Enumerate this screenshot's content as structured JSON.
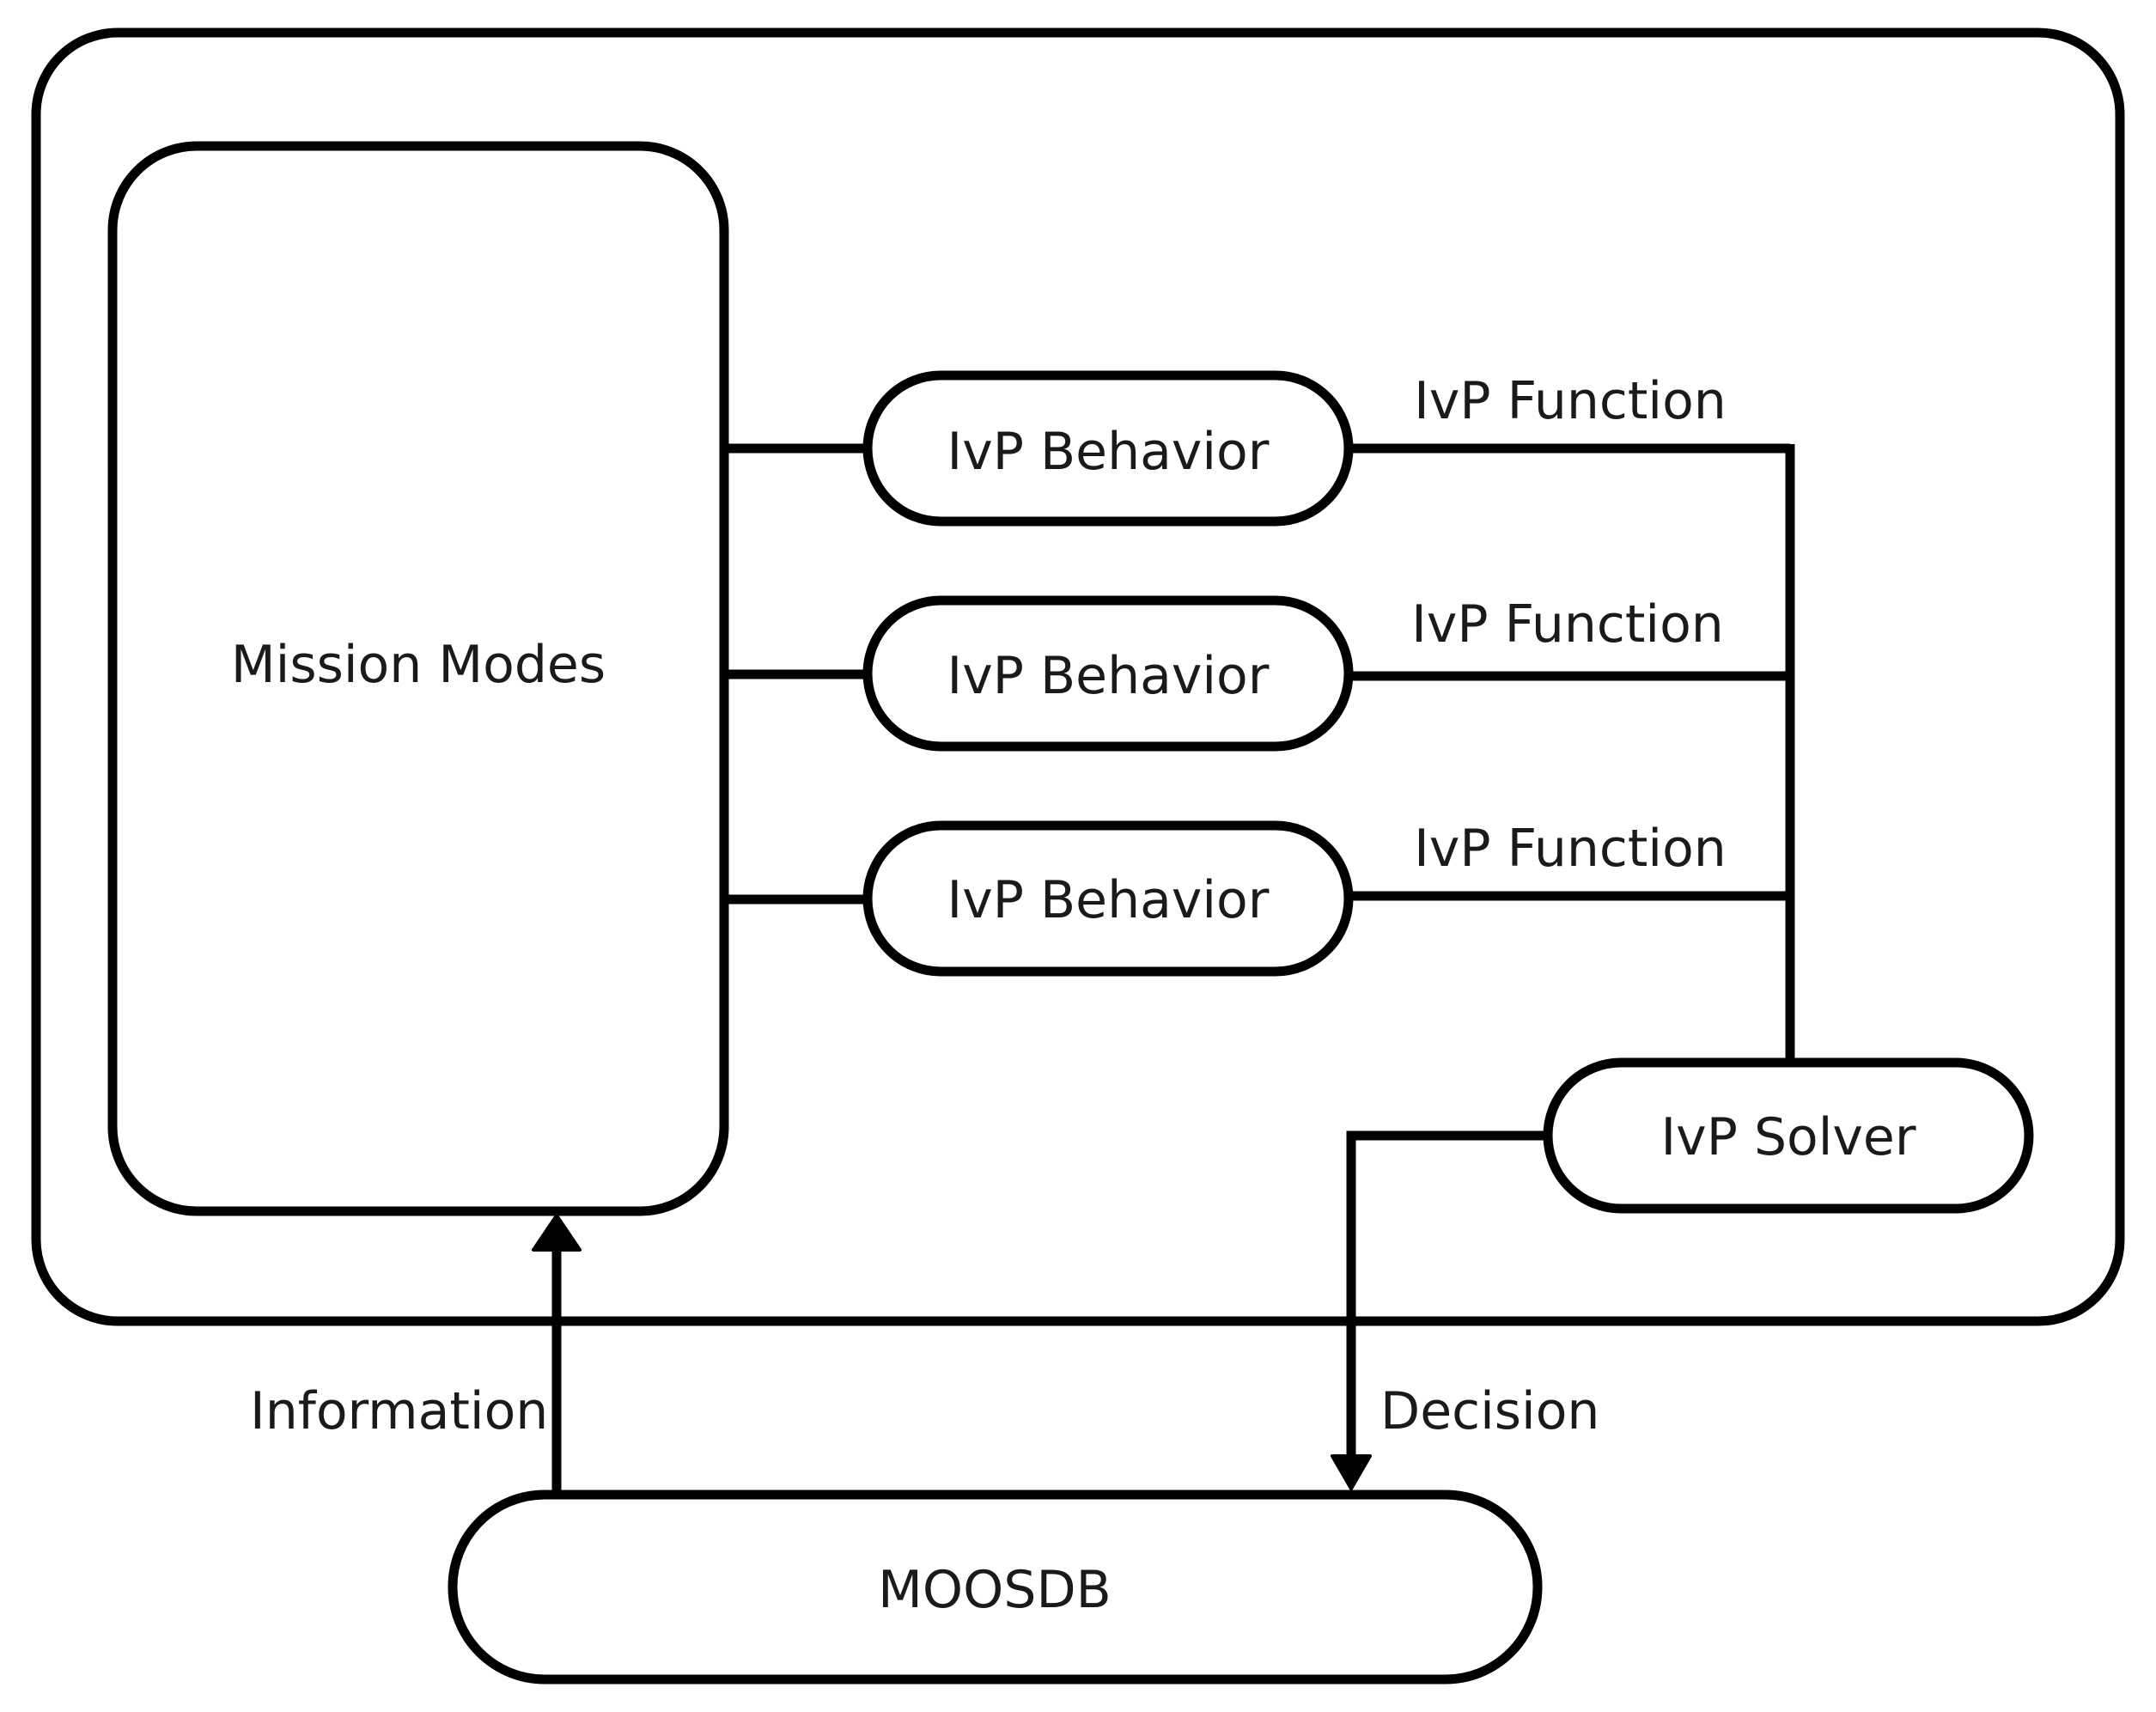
{
  "diagram": {
    "mission_modes": "Mission Modes",
    "behaviors": [
      "IvP Behavior",
      "IvP Behavior",
      "IvP Behavior"
    ],
    "functions": [
      "IvP Function",
      "IvP Function",
      "IvP Function"
    ],
    "solver": "IvP Solver",
    "database": "MOOSDB",
    "information_label": "Information",
    "decision_label": "Decision"
  }
}
